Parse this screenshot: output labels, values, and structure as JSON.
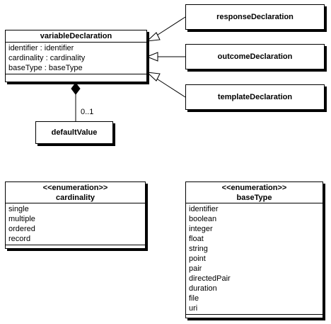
{
  "variableDeclaration": {
    "name": "variableDeclaration",
    "attributes": [
      "identifier : identifier",
      "cardinality : cardinality",
      "baseType : baseType"
    ]
  },
  "subclasses": {
    "responseDeclaration": "responseDeclaration",
    "outcomeDeclaration": "outcomeDeclaration",
    "templateDeclaration": "templateDeclaration"
  },
  "defaultValue": {
    "name": "defaultValue",
    "multiplicity": "0..1"
  },
  "cardinality": {
    "stereotype": "<<enumeration>>",
    "name": "cardinality",
    "values": [
      "single",
      "multiple",
      "ordered",
      "record"
    ]
  },
  "baseType": {
    "stereotype": "<<enumeration>>",
    "name": "baseType",
    "values": [
      "identifier",
      "boolean",
      "integer",
      "float",
      "string",
      "point",
      "pair",
      "directedPair",
      "duration",
      "file",
      "uri"
    ]
  }
}
